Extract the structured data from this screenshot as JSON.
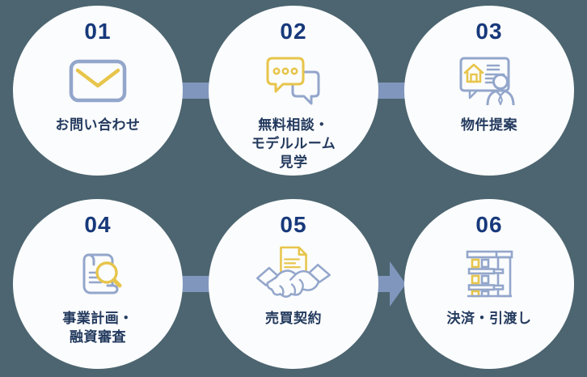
{
  "palette": {
    "background": "#4c6570",
    "circle_fill": "#fbfcfd",
    "number_color": "#17397b",
    "label_color": "#233a5e",
    "connector_color": "#8096bd",
    "icon_blue": "#93a6cb",
    "icon_yellow": "#e7c54b"
  },
  "steps": [
    {
      "number": "01",
      "label": "お問い合わせ",
      "icon": "envelope-icon"
    },
    {
      "number": "02",
      "label": "無料相談・\nモデルルーム\n見学",
      "icon": "chat-bubbles-icon"
    },
    {
      "number": "03",
      "label": "物件提案",
      "icon": "presentation-person-icon"
    },
    {
      "number": "04",
      "label": "事業計画・\n融資審査",
      "icon": "document-magnifier-icon"
    },
    {
      "number": "05",
      "label": "売買契約",
      "icon": "contract-handshake-icon"
    },
    {
      "number": "06",
      "label": "決済・引渡し",
      "icon": "building-icon"
    }
  ],
  "connectors": [
    {
      "from": "01",
      "to": "02",
      "type": "rect"
    },
    {
      "from": "02",
      "to": "03",
      "type": "rect"
    },
    {
      "from": "04",
      "to": "05",
      "type": "rect"
    },
    {
      "from": "05",
      "to": "06",
      "type": "arrow"
    }
  ]
}
